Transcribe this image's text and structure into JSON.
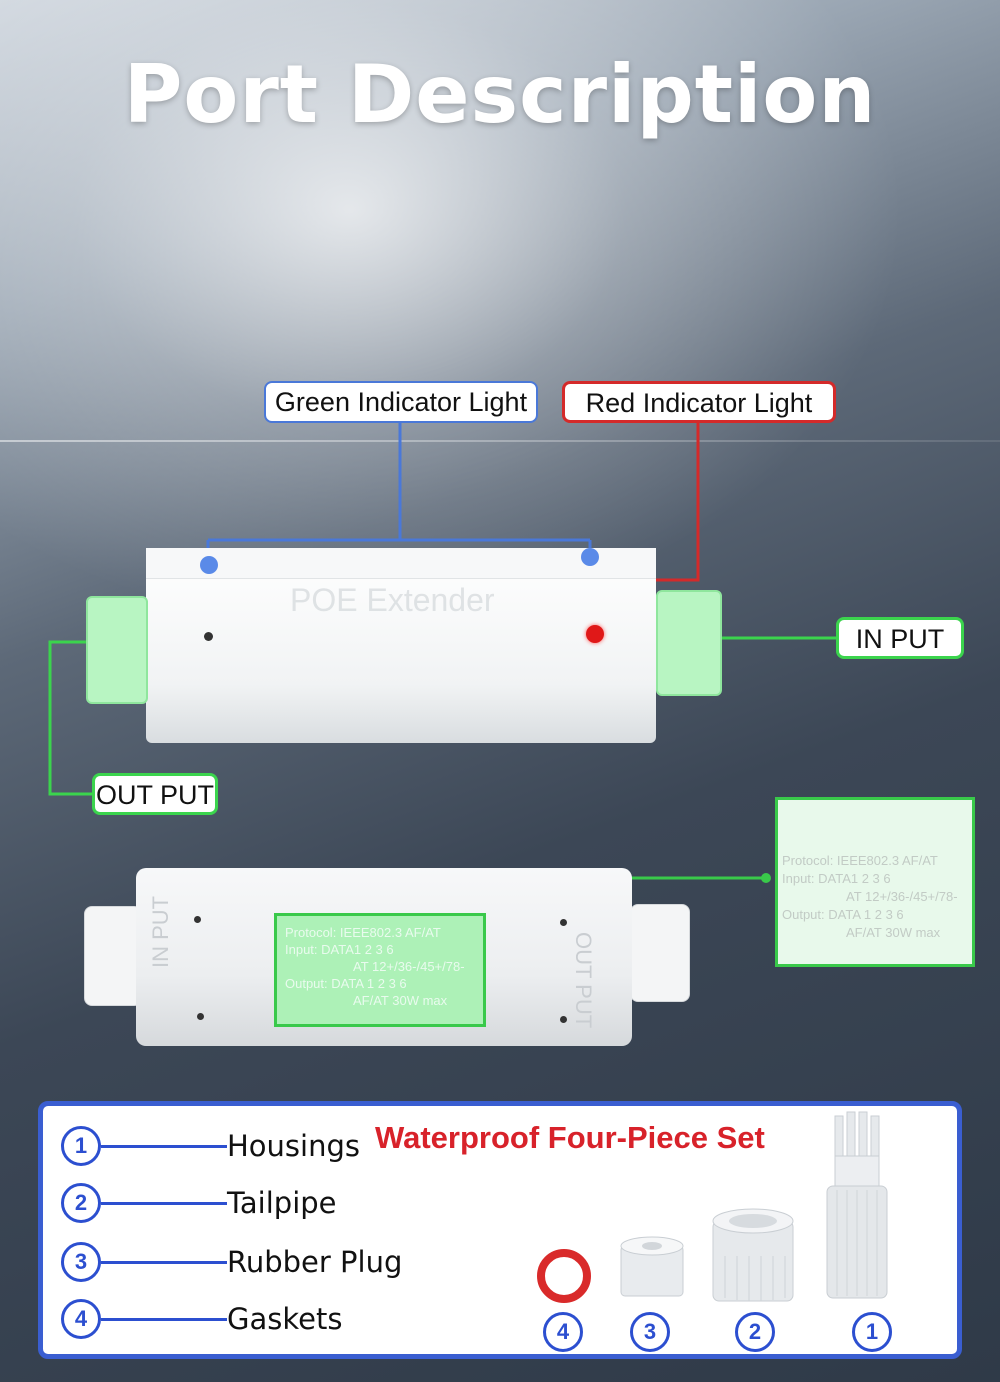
{
  "title": "Port Description",
  "callouts": {
    "green_indicator": "Green Indicator Light",
    "red_indicator": "Red Indicator Light",
    "input": "IN PUT",
    "output": "OUT PUT"
  },
  "device_top": {
    "printed_text": "POE Extender"
  },
  "device_bottom": {
    "side_left": "IN PUT",
    "side_right": "OUT PUT"
  },
  "spec": {
    "protocol": "Protocol: IEEE802.3 AF/AT",
    "input_line1": "Input: DATA1 2 3 6",
    "input_line2": "AT 12+/36-/45+/78-",
    "output_line1": "Output: DATA 1 2 3 6",
    "output_line2": "AF/AT 30W max"
  },
  "legend": {
    "set_title": "Waterproof Four-Piece Set",
    "items": [
      {
        "num": "1",
        "label": "Housings"
      },
      {
        "num": "2",
        "label": "Tailpipe"
      },
      {
        "num": "3",
        "label": "Rubber Plug"
      },
      {
        "num": "4",
        "label": "Gaskets"
      }
    ],
    "part_numbers": [
      "4",
      "3",
      "2",
      "1"
    ]
  },
  "colors": {
    "green_accent": "#3bd44d",
    "red_accent": "#d42a2a",
    "blue_accent": "#2c4fd0",
    "indicator_blue": "#4a78d8"
  }
}
